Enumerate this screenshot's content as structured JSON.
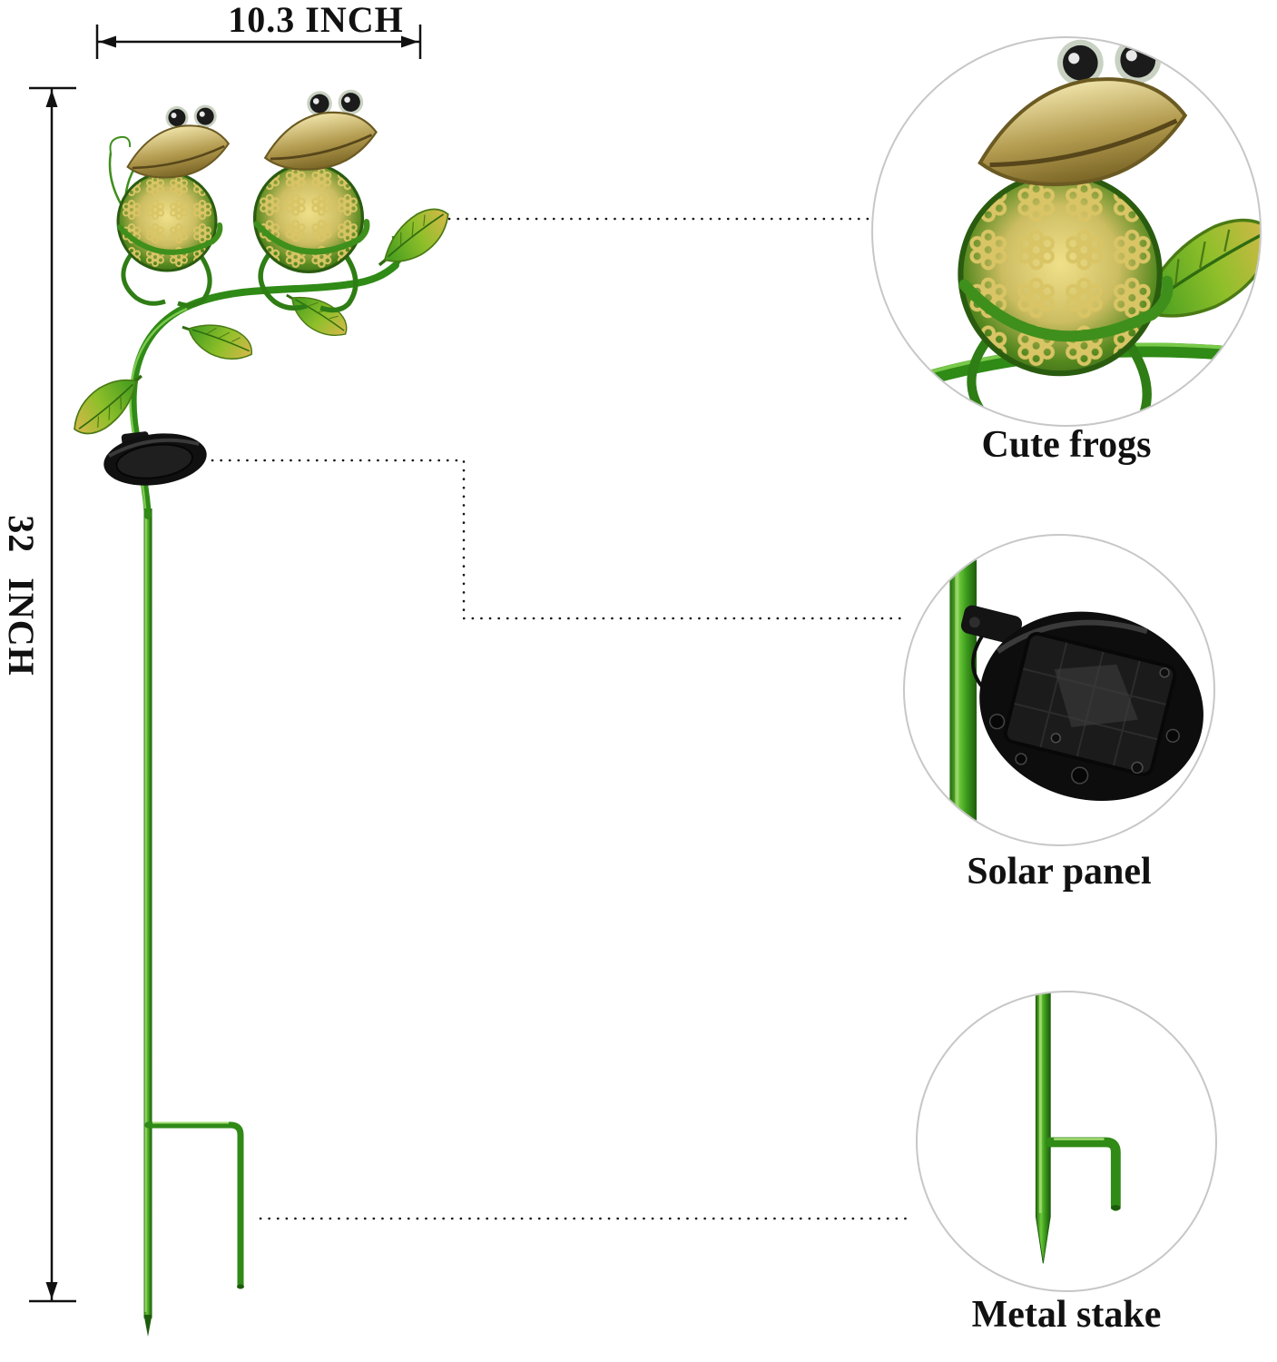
{
  "dimensions": {
    "width_label": "10.3 INCH",
    "height_label": "32 INCH"
  },
  "callouts": [
    {
      "id": "cute-frogs",
      "label": "Cute frogs"
    },
    {
      "id": "solar-panel",
      "label": "Solar panel"
    },
    {
      "id": "metal-stake",
      "label": "Metal stake"
    }
  ],
  "colors": {
    "stake_green": "#2f8a16",
    "stake_green_light": "#7cc84a",
    "leaf_gold": "#c9a63a",
    "frog_head_gold": "#b29a4e",
    "frog_body_glow": "#ead985",
    "panel_black": "#101010",
    "annotation": "#111111",
    "circle_border": "#c7c7c7",
    "background": "#ffffff"
  }
}
